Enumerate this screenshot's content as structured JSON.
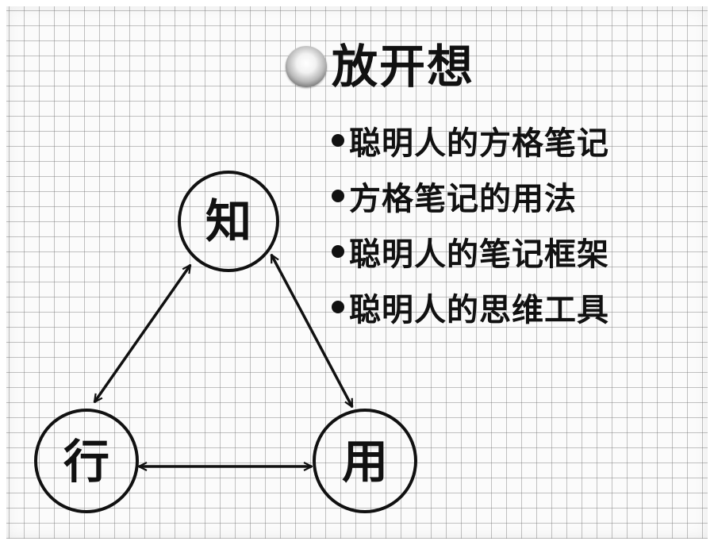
{
  "title": {
    "text": "放开想",
    "icon": "gray-ball-icon"
  },
  "bullets": [
    "聪明人的方格笔记",
    "方格笔记的用法",
    "聪明人的笔记框架",
    "聪明人的思维工具"
  ],
  "diagram": {
    "nodes": [
      {
        "id": "zhi",
        "label": "知"
      },
      {
        "id": "xing",
        "label": "行"
      },
      {
        "id": "yong",
        "label": "用"
      }
    ],
    "edges": [
      {
        "from": "zhi",
        "to": "xing",
        "direction": "both"
      },
      {
        "from": "zhi",
        "to": "yong",
        "direction": "both"
      },
      {
        "from": "xing",
        "to": "yong",
        "direction": "both"
      }
    ]
  },
  "colors": {
    "ink": "#111111",
    "grid": "#787878",
    "paper": "#fbfbfb"
  }
}
